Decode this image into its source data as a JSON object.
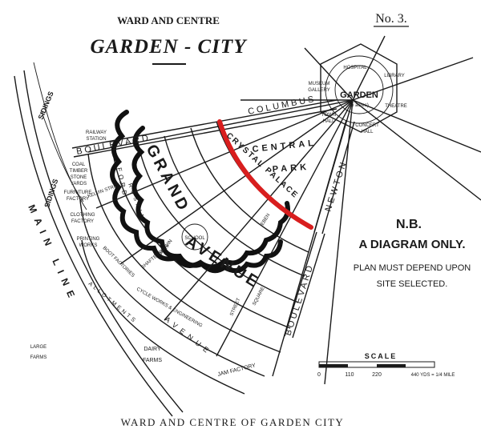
{
  "header": {
    "title_small": "WARD AND CENTRE",
    "title_large": "GARDEN - CITY",
    "plate_number": "No. 3."
  },
  "caption": "WARD AND CENTRE OF GARDEN CITY",
  "note": {
    "heading": "N.B.",
    "line1": "A DIAGRAM ONLY.",
    "line2": "PLAN MUST DEPEND UPON",
    "line3": "SITE SELECTED."
  },
  "scale": {
    "title": "SCALE",
    "ticks": [
      "0",
      "110",
      "220",
      "440 YDS = 1/4 MILE"
    ]
  },
  "labels": {
    "columbus": "COLUMBUS",
    "boulevard_top": "BOULEVARD",
    "boulevard_right": "BOULEVARD",
    "central": "CENTRAL",
    "park": "PARK",
    "crystal_palace": "CRYSTAL PALACE",
    "newton": "NEWTON",
    "grand": "GRAND",
    "avenue": "AVENUE",
    "garden": "GARDEN",
    "garden_sub": "(5 acres)",
    "hospital": "HOSPITAL",
    "library": "LIBRARY",
    "theatre": "THEATRE",
    "museum1": "MUSEUM",
    "museum2": "GALLERY",
    "town1": "TOWN",
    "town2": "HALL",
    "concert1": "CONCERT",
    "concert2": "HALL",
    "railway1": "RAILWAY",
    "railway2": "STATION",
    "sidings_top": "SIDINGS",
    "sidings_left": "SIDINGS",
    "main_line": "MAIN LINE",
    "coal": "COAL",
    "timber": "TIMBER",
    "stone": "STONE",
    "yards": "YARDS",
    "furniture": "FURNITURE",
    "factory": "FACTORY",
    "kelvin": "KELVIN STREET",
    "clothing": "CLOTHING",
    "clothing_factory": "FACTORY",
    "printing": "PRINTING",
    "printing_works": "WORKS",
    "boot": "BOOT FACTORIES",
    "cycle": "CYCLE WORKS & ENGINEERING",
    "jam": "JAM FACTORY",
    "allotments": "ALLOTMENTS",
    "large1": "LARGE",
    "large2": "FARMS",
    "dairy1": "DAIRY",
    "dairy2": "FARMS",
    "school": "SCHOOL",
    "ford": "FORD",
    "ruskin": "RUSKIN",
    "shaftesbury": "SHAFTESBURY",
    "darwin": "DARWIN",
    "avenue_lower": "AVENUE",
    "eben": "EBEN",
    "street": "STREET",
    "square": "SQUARE"
  },
  "highlight": {
    "color": "#d81e1e",
    "target": "CRYSTAL PALACE"
  }
}
